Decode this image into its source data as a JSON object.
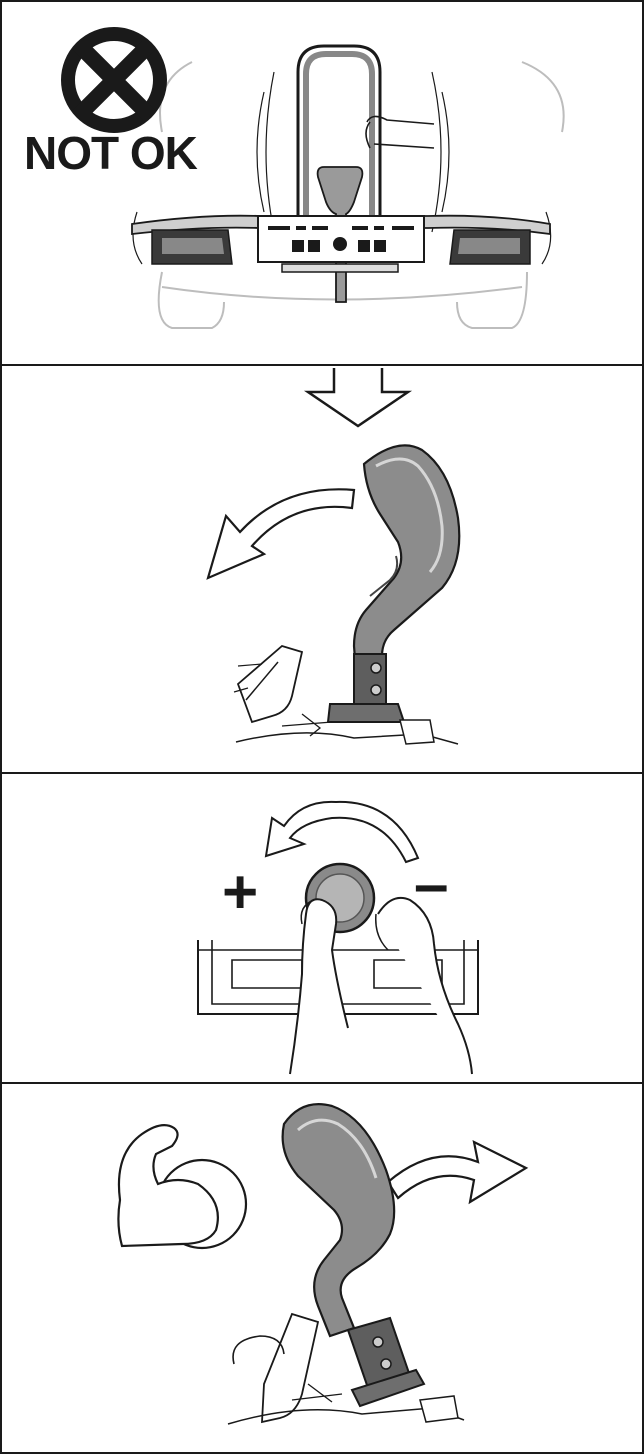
{
  "panels": [
    {
      "id": "step-1",
      "warning_text": "NOT OK",
      "icon": "x-circle-icon"
    },
    {
      "id": "step-2",
      "icon": "rotate-left-arrow-icon"
    },
    {
      "id": "step-3",
      "plus_symbol": "+",
      "minus_symbol": "–",
      "icon": "knob-turn-icon"
    },
    {
      "id": "step-4",
      "icon": "flexed-arm-strength-icon"
    }
  ],
  "colors": {
    "line": "#1a1a1a",
    "shade": "#555555",
    "light": "#bdbdbd",
    "bg": "#ffffff"
  }
}
